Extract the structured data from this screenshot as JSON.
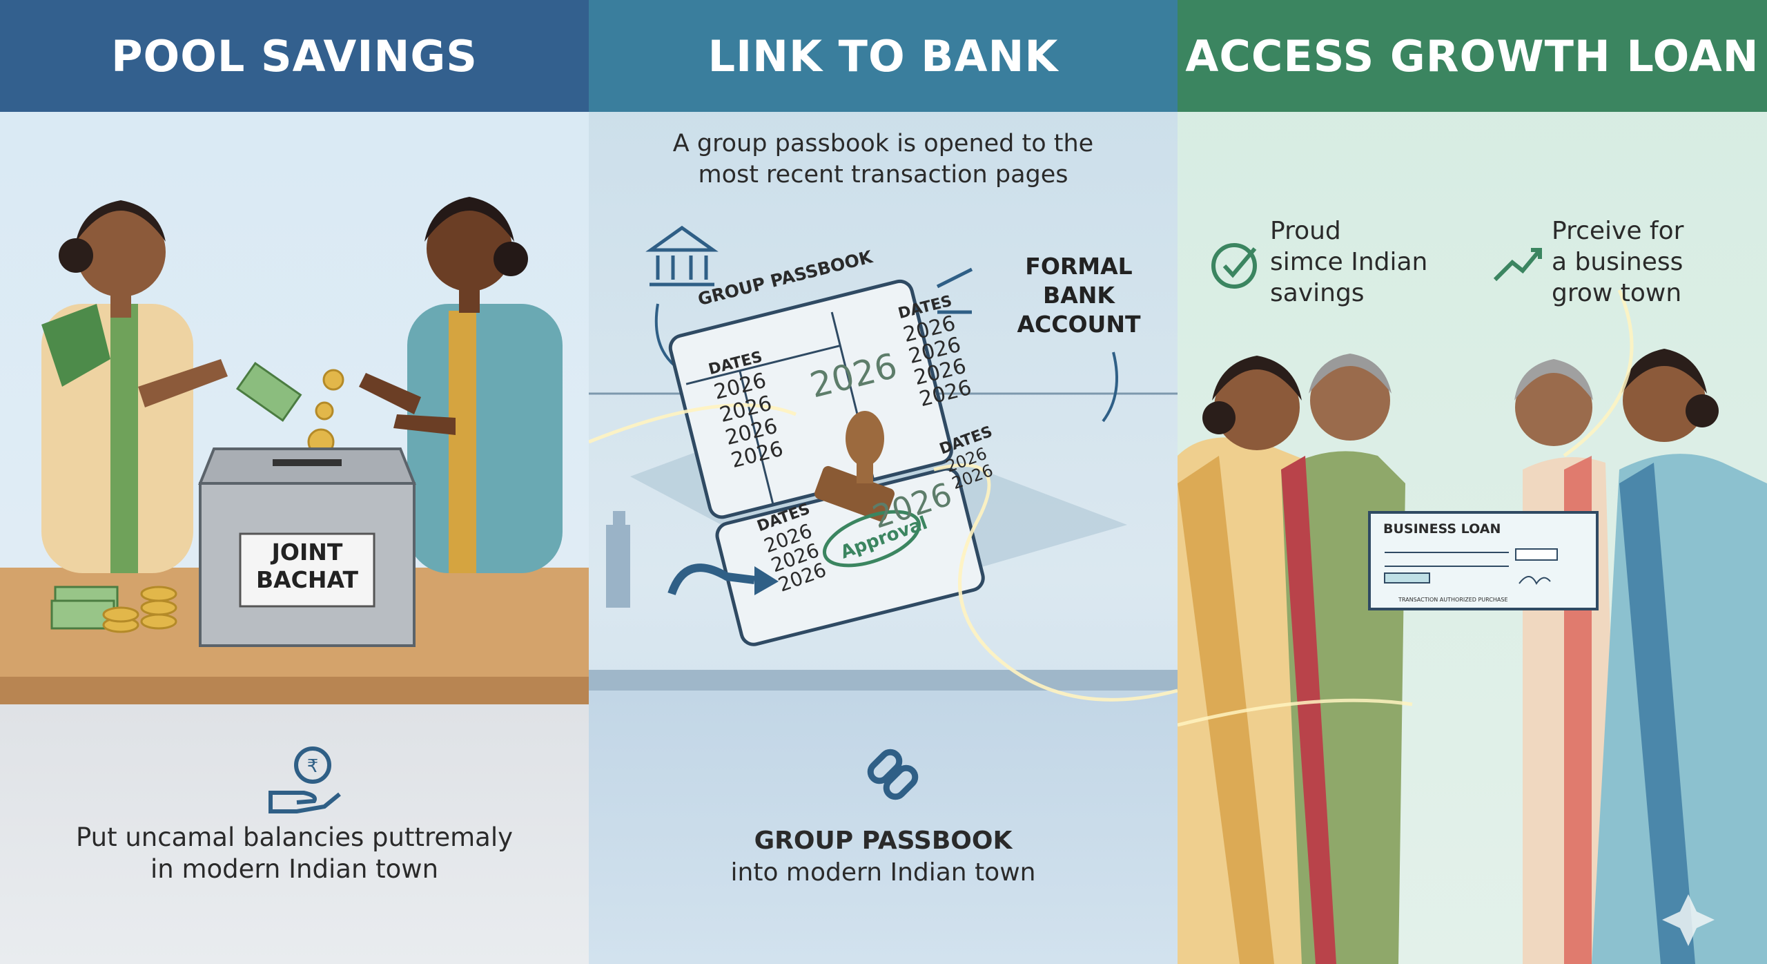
{
  "panels": [
    {
      "title": "POOL SAVINGS",
      "box_label_line1": "JOINT",
      "box_label_line2": "BACHAT",
      "caption_line1": "Put uncamal balancies puttremaly",
      "caption_line2": "in modern Indian town",
      "icon": "rupee-hand-icon"
    },
    {
      "title": "LINK TO BANK",
      "intro_line1": "A group passbook is opened to the",
      "intro_line2": "most recent transaction pages",
      "passbook_title": "GROUP PASSBOOK",
      "dates_label": "DATES",
      "year": "2026",
      "stamp_text": "Approval",
      "side_label_line1": "FORMAL",
      "side_label_line2": "BANK",
      "side_label_line3": "ACCOUNT",
      "caption_bold": "GROUP PASSBOOK",
      "caption_line": "into modern Indian town",
      "icon": "link-icon"
    },
    {
      "title": "ACCESS GROWTH LOAN",
      "left_note_line1": "Proud",
      "left_note_line2": "simce Indian",
      "left_note_line3": "savings",
      "right_note_line1": "Prceive for",
      "right_note_line2": "a business",
      "right_note_line3": "grow town",
      "cheque_title": "BUSINESS LOAN",
      "cheque_footer": "TRANSACTION AUTHORIZED PURCHASE"
    }
  ]
}
